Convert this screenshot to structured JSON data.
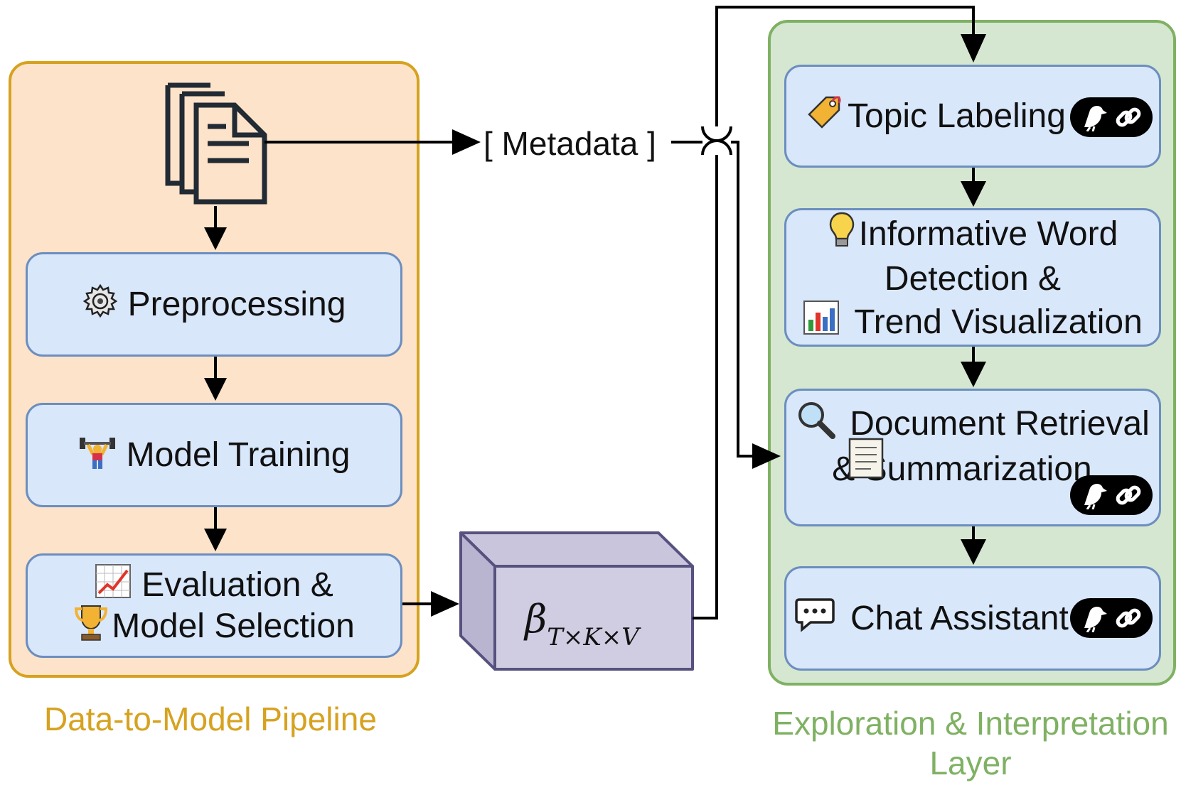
{
  "left_group": {
    "label": "Data-to-Model Pipeline",
    "boxes": [
      {
        "label": "Preprocessing",
        "icon": "gear-icon"
      },
      {
        "label": "Model Training",
        "icon": "weightlifter-icon"
      },
      {
        "lines": [
          "Evaluation &",
          "Model Selection"
        ],
        "icons": [
          "chart-icon",
          "trophy-icon"
        ]
      }
    ],
    "source_icon": "documents-icon"
  },
  "metadata_label": "[ Metadata ]",
  "tensor": {
    "symbol": "β",
    "subscript": "T×K×V"
  },
  "right_group": {
    "label_lines": [
      "Exploration & Interpretation",
      "Layer"
    ],
    "boxes": [
      {
        "label": "Topic Labeling",
        "icon": "tag-icon",
        "badge": "langchain-badge"
      },
      {
        "lines": [
          "Informative Word",
          "Detection &",
          "Trend Visualization"
        ],
        "icons": [
          "lightbulb-icon",
          "bar-chart-icon"
        ]
      },
      {
        "lines": [
          "Document Retrieval",
          "& Summarization"
        ],
        "icons": [
          "magnifier-icon",
          "scroll-icon"
        ],
        "badge": "langchain-badge"
      },
      {
        "label": "Chat Assistant",
        "icon": "speech-bubble-icon",
        "badge": "langchain-badge"
      }
    ]
  },
  "colors": {
    "left_fill": "#fde3c9",
    "left_border": "#d6a21f",
    "right_fill": "#d5e7d0",
    "right_border": "#7fb163",
    "box_fill": "#d9e7fb",
    "box_border": "#6c8ebf",
    "tensor_fill": "#d0cde3",
    "tensor_border": "#56517e"
  }
}
